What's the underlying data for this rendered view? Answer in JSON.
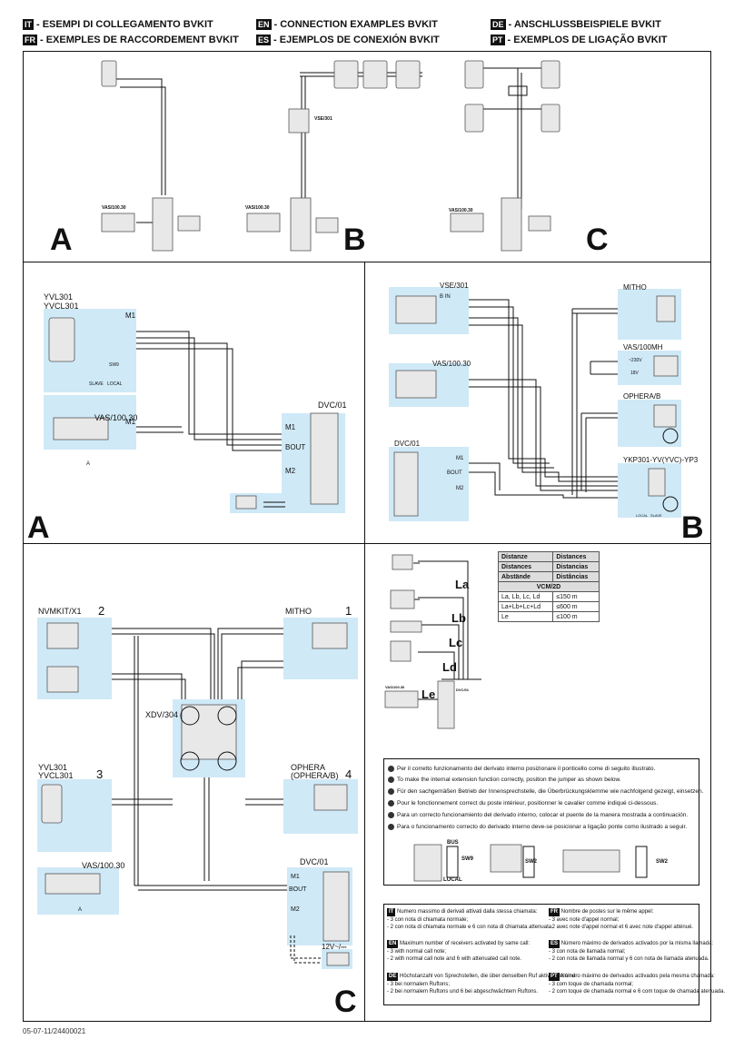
{
  "header": {
    "it": {
      "flag": "IT",
      "text": "- ESEMPI DI COLLEGAMENTO BVKIT"
    },
    "fr": {
      "flag": "FR",
      "text": "- EXEMPLES DE RACCORDEMENT BVKIT"
    },
    "en": {
      "flag": "EN",
      "text": "- CONNECTION EXAMPLES BVKIT"
    },
    "es": {
      "flag": "ES",
      "text": "- EJEMPLOS DE CONEXIÓN BVKIT"
    },
    "de": {
      "flag": "DE",
      "text": "- ANSCHLUSSBEISPIELE BVKIT"
    },
    "pt": {
      "flag": "PT",
      "text": "- EXEMPLOS DE LIGAÇÃO BVKIT"
    }
  },
  "overview": {
    "a": "A",
    "b": "B",
    "c": "C",
    "vas1": "VAS/100.30",
    "vas2": "VAS/100.30",
    "vas3": "VAS/100.30",
    "vse": "VSE/301"
  },
  "panelA": {
    "letter": "A",
    "yvl1": "YVL301",
    "yvl2": "YVCL301",
    "vas": "VAS/100.30",
    "dvc": "DVC/01",
    "m1a": "M1",
    "m1b": "M1",
    "m1c": "M1",
    "m2": "M2",
    "bout": "BOUT",
    "sw": "SW9",
    "slave": "SLAVE",
    "local": "LOCAL",
    "a": "A"
  },
  "panelB": {
    "letter": "B",
    "vse": "VSE/301",
    "vas": "VAS/100.30",
    "dvc": "DVC/01",
    "mitho": "MITHO",
    "vas100mh": "VAS/100MH",
    "ophera": "OPHERA/B",
    "ykp": "YKP301-YV(YVC)-YP3",
    "m1": "M1",
    "m2": "M2",
    "bout": "BOUT",
    "bin": "B IN",
    "v230": "~230V",
    "v18": "18V",
    "slave": "SLAVE",
    "local": "LOCAL"
  },
  "panelC": {
    "letter": "C",
    "nvm": "NVMKIT/X1",
    "mitho": "MITHO",
    "xdv": "XDV/304",
    "yvl1": "YVL301",
    "yvl2": "YVCL301",
    "ophera1": "OPHERA",
    "ophera2": "(OPHERA/B)",
    "vas": "VAS/100.30",
    "dvc": "DVC/01",
    "n1": "1",
    "n2": "2",
    "n3": "3",
    "n4": "4",
    "power": "12V~/⎓",
    "bout": "BOUT",
    "m1": "M1",
    "m2": "M2",
    "a": "A"
  },
  "distances": {
    "la": "La",
    "lb": "Lb",
    "lc": "Lc",
    "ld": "Ld",
    "le": "Le",
    "vas": "VAS/100.30",
    "dvc": "DVC/01"
  },
  "table": {
    "h1": "Distanze",
    "h2": "Distances",
    "h3": "Distances",
    "h4": "Distancias",
    "h5": "Abstände",
    "h6": "Distâncias",
    "sub": "VCM/2D",
    "r1a": "La, Lb, Lc, Ld",
    "r1b": "≤150 m",
    "r2a": "La+Lb+Lc+Ld",
    "r2b": "≤600 m",
    "r3a": "Le",
    "r3b": "≤100 m"
  },
  "notes": [
    "Per il corretto funzionamento del derivato interno posizionare il ponticello come di seguito illustrato.",
    "To make the internal extension function correctly, position the jumper as shown below.",
    "Für den sachgemäßen Betrieb der Innensprechstelle, die Überbrückungsklemme wie nachfolgend gezeigt, einsetzen.",
    "Pour le fonctionnement correct du poste intérieur, positionner le cavalier comme indiqué ci-dessous.",
    "Para un correcto funcionamiento del derivado interno, colocar el puente de la manera mostrada a continuación.",
    "Para o funcionamento correcto do derivado interno deve-se posicionar a ligação ponte como ilustrado a seguir."
  ],
  "jumpers": {
    "bus": "BUS",
    "local": "LOCAL",
    "sw9": "SW9",
    "sw2a": "SW2",
    "sw2b": "SW2"
  },
  "footnotes": {
    "it": {
      "flag": "IT",
      "l1": "Numero massimo di derivati attivati dalla stessa chiamata:",
      "l2": "- 3 con nota di chiamata normale;",
      "l3": "- 2 con nota di chiamata normale e 6 con nota di chiamata attenuata."
    },
    "en": {
      "flag": "EN",
      "l1": "Maximum number of receivers activated by same call:",
      "l2": "- 3 with normal call note;",
      "l3": "- 2 with normal call note and 6 with attenuated call note."
    },
    "de": {
      "flag": "DE",
      "l1": "Höchstanzahl von Sprechstellen, die über denselben Ruf aktivierbar sind:",
      "l2": "- 3 bei normalem Ruftons;",
      "l3": "- 2 bei normalem Ruftons und 6 bei abgeschwächtem Ruftons."
    },
    "fr": {
      "flag": "FR",
      "l1": "Nombre de postes sur le même appel:",
      "l2": "- 3 avec note d'appel normal;",
      "l3": "- 2 avec note d'appel normal et 6 avec note d'appel atténué."
    },
    "es": {
      "flag": "ES",
      "l1": "Número máximo de derivados activados por la misma llamada:",
      "l2": "- 3 con nota de llamada normal;",
      "l3": "- 2 con nota de llamada normal y 6 con nota de llamada atenuada."
    },
    "pt": {
      "flag": "PT",
      "l1": "Número máximo de derivados activados pela mesma chamada:",
      "l2": "- 3 com toque de chamada normal;",
      "l3": "- 2 com toque de chamada normal e 6 com toque de chamada atenuada."
    }
  },
  "code": "05-07-11/24400021"
}
